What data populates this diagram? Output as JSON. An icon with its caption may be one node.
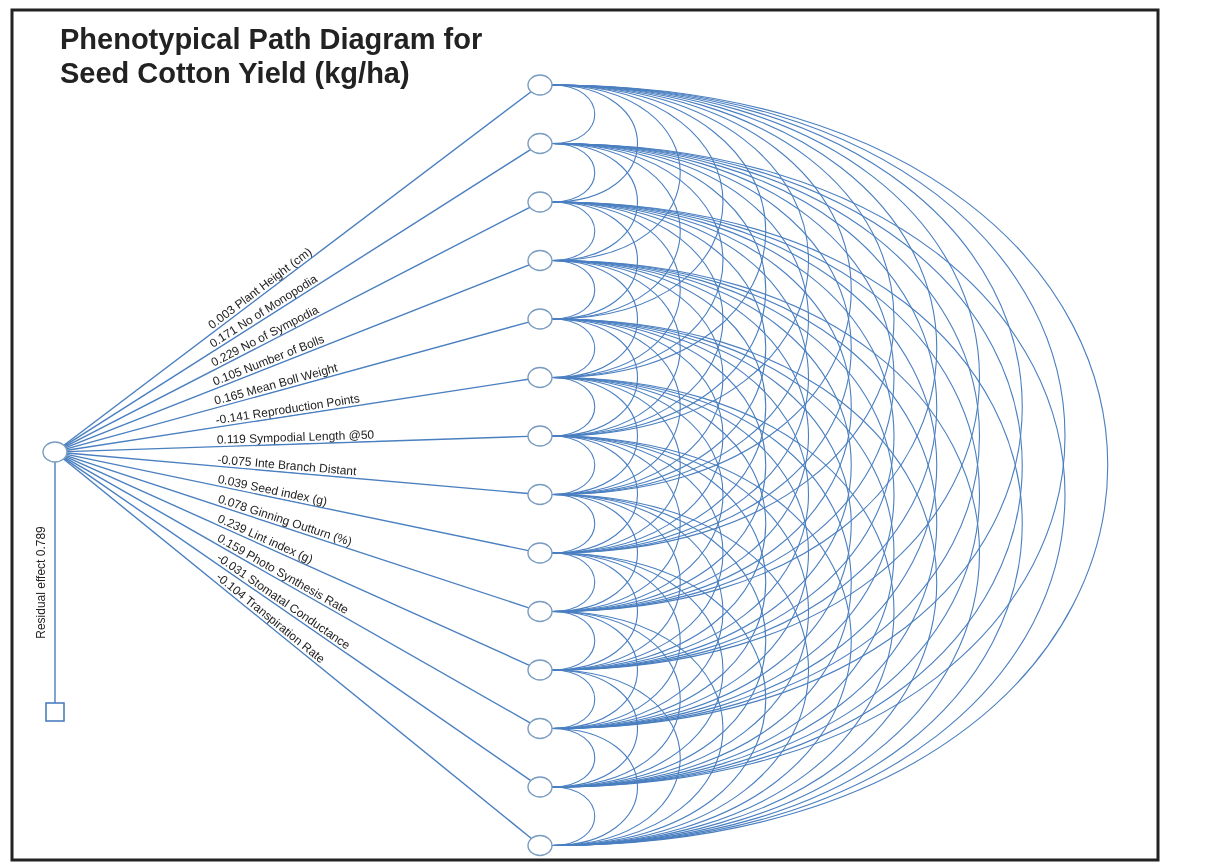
{
  "diagram": {
    "title": "Phenotypical Path Diagram for Seed Cotton Yield (kg/ha)",
    "nodes": [
      {
        "text": [],
        "shape": "circle"
      },
      {
        "text": [],
        "shape": "circle"
      },
      {
        "text": [],
        "shape": "circle"
      },
      {
        "text": [],
        "shape": "circle"
      },
      {
        "text": [],
        "shape": "circle"
      },
      {
        "text": [],
        "shape": "circle"
      },
      {
        "text": [],
        "shape": "circle"
      },
      {
        "text": [],
        "shape": "circle"
      },
      {
        "text": [],
        "shape": "circle"
      },
      {
        "text": [],
        "shape": "circle"
      },
      {
        "text": [],
        "shape": "circle"
      },
      {
        "text": [],
        "shape": "circle"
      },
      {
        "text": [],
        "shape": "circle"
      },
      {
        "text": [],
        "shape": "circle"
      },
      {
        "text": [],
        "shape": "circle"
      },
      {
        "text": [],
        "shape": "box"
      }
    ],
    "edges": [
      {
        "from": 0,
        "to": 1,
        "arrow": "none",
        "label": "0.003 Plant Height (cm)"
      },
      {
        "from": 0,
        "to": 2,
        "arrow": "none",
        "label": "0.171 No of Monopodia"
      },
      {
        "from": 0,
        "to": 3,
        "arrow": "none",
        "label": "0.229 No of Sympodia"
      },
      {
        "from": 0,
        "to": 4,
        "arrow": "none",
        "label": "0.105 Number of Bolls"
      },
      {
        "from": 0,
        "to": 5,
        "arrow": "none",
        "label": "0.165 Mean Boll Weight"
      },
      {
        "from": 0,
        "to": 6,
        "arrow": "none",
        "label": "-0.141 Reproduction Points"
      },
      {
        "from": 0,
        "to": 7,
        "arrow": "none",
        "label": "0.119 Sympodial Length @50"
      },
      {
        "from": 0,
        "to": 8,
        "arrow": "none",
        "label": "-0.075 Inte Branch Distant"
      },
      {
        "from": 0,
        "to": 9,
        "arrow": "none",
        "label": "0.039 Seed index (g)"
      },
      {
        "from": 0,
        "to": 10,
        "arrow": "none",
        "label": "0.078 Ginning Outturn (%)"
      },
      {
        "from": 0,
        "to": 11,
        "arrow": "none",
        "label": "0.239 Lint index (g)"
      },
      {
        "from": 0,
        "to": 12,
        "arrow": "none",
        "label": "0.159 Photo Synthesis Rate"
      },
      {
        "from": 0,
        "to": 13,
        "arrow": "none",
        "label": "-0.031 Stomatal Conductance"
      },
      {
        "from": 0,
        "to": 14,
        "arrow": "none",
        "label": "-0.104 Transpiration Rate"
      },
      {
        "from": 15,
        "to": 0,
        "arrow": "none",
        "label": "Residual effect 0.789"
      },
      {
        "from": 1,
        "to": 2,
        "arrow": "none"
      },
      {
        "from": 1,
        "to": 3,
        "arrow": "none"
      },
      {
        "from": 1,
        "to": 4,
        "arrow": "none"
      },
      {
        "from": 1,
        "to": 5,
        "arrow": "none"
      },
      {
        "from": 1,
        "to": 6,
        "arrow": "none"
      },
      {
        "from": 1,
        "to": 7,
        "arrow": "none"
      },
      {
        "from": 1,
        "to": 8,
        "arrow": "none"
      },
      {
        "from": 1,
        "to": 9,
        "arrow": "none"
      },
      {
        "from": 1,
        "to": 10,
        "arrow": "none"
      },
      {
        "from": 1,
        "to": 11,
        "arrow": "none"
      },
      {
        "from": 1,
        "to": 12,
        "arrow": "none"
      },
      {
        "from": 1,
        "to": 13,
        "arrow": "none"
      },
      {
        "from": 1,
        "to": 14,
        "arrow": "none"
      },
      {
        "from": 2,
        "to": 3,
        "arrow": "none"
      },
      {
        "from": 2,
        "to": 4,
        "arrow": "none"
      },
      {
        "from": 2,
        "to": 5,
        "arrow": "none"
      },
      {
        "from": 2,
        "to": 6,
        "arrow": "none"
      },
      {
        "from": 2,
        "to": 7,
        "arrow": "none"
      },
      {
        "from": 2,
        "to": 8,
        "arrow": "none"
      },
      {
        "from": 2,
        "to": 9,
        "arrow": "none"
      },
      {
        "from": 2,
        "to": 10,
        "arrow": "none"
      },
      {
        "from": 2,
        "to": 11,
        "arrow": "none"
      },
      {
        "from": 2,
        "to": 12,
        "arrow": "none"
      },
      {
        "from": 2,
        "to": 13,
        "arrow": "none"
      },
      {
        "from": 2,
        "to": 14,
        "arrow": "none"
      },
      {
        "from": 3,
        "to": 4,
        "arrow": "none"
      },
      {
        "from": 3,
        "to": 5,
        "arrow": "none"
      },
      {
        "from": 3,
        "to": 6,
        "arrow": "none"
      },
      {
        "from": 3,
        "to": 7,
        "arrow": "none"
      },
      {
        "from": 3,
        "to": 8,
        "arrow": "none"
      },
      {
        "from": 3,
        "to": 9,
        "arrow": "none"
      },
      {
        "from": 3,
        "to": 10,
        "arrow": "none"
      },
      {
        "from": 3,
        "to": 11,
        "arrow": "none"
      },
      {
        "from": 3,
        "to": 12,
        "arrow": "none"
      },
      {
        "from": 3,
        "to": 13,
        "arrow": "none"
      },
      {
        "from": 3,
        "to": 14,
        "arrow": "none"
      },
      {
        "from": 4,
        "to": 5,
        "arrow": "none"
      },
      {
        "from": 4,
        "to": 6,
        "arrow": "none"
      },
      {
        "from": 4,
        "to": 7,
        "arrow": "none"
      },
      {
        "from": 4,
        "to": 8,
        "arrow": "none"
      },
      {
        "from": 4,
        "to": 9,
        "arrow": "none"
      },
      {
        "from": 4,
        "to": 10,
        "arrow": "none"
      },
      {
        "from": 4,
        "to": 11,
        "arrow": "none"
      },
      {
        "from": 4,
        "to": 12,
        "arrow": "none"
      },
      {
        "from": 4,
        "to": 13,
        "arrow": "none"
      },
      {
        "from": 4,
        "to": 14,
        "arrow": "none"
      },
      {
        "from": 5,
        "to": 6,
        "arrow": "none"
      },
      {
        "from": 5,
        "to": 7,
        "arrow": "none"
      },
      {
        "from": 5,
        "to": 8,
        "arrow": "none"
      },
      {
        "from": 5,
        "to": 9,
        "arrow": "none"
      },
      {
        "from": 5,
        "to": 10,
        "arrow": "none"
      },
      {
        "from": 5,
        "to": 11,
        "arrow": "none"
      },
      {
        "from": 5,
        "to": 12,
        "arrow": "none"
      },
      {
        "from": 5,
        "to": 13,
        "arrow": "none"
      },
      {
        "from": 5,
        "to": 14,
        "arrow": "none"
      },
      {
        "from": 6,
        "to": 7,
        "arrow": "none"
      },
      {
        "from": 6,
        "to": 8,
        "arrow": "none"
      },
      {
        "from": 6,
        "to": 9,
        "arrow": "none"
      },
      {
        "from": 6,
        "to": 10,
        "arrow": "none"
      },
      {
        "from": 6,
        "to": 11,
        "arrow": "none"
      },
      {
        "from": 6,
        "to": 12,
        "arrow": "none"
      },
      {
        "from": 6,
        "to": 13,
        "arrow": "none"
      },
      {
        "from": 6,
        "to": 14,
        "arrow": "none"
      },
      {
        "from": 7,
        "to": 8,
        "arrow": "none"
      },
      {
        "from": 7,
        "to": 9,
        "arrow": "none"
      },
      {
        "from": 7,
        "to": 10,
        "arrow": "none"
      },
      {
        "from": 7,
        "to": 11,
        "arrow": "none"
      },
      {
        "from": 7,
        "to": 12,
        "arrow": "none"
      },
      {
        "from": 7,
        "to": 13,
        "arrow": "none"
      },
      {
        "from": 7,
        "to": 14,
        "arrow": "none"
      },
      {
        "from": 8,
        "to": 9,
        "arrow": "none"
      },
      {
        "from": 8,
        "to": 10,
        "arrow": "none"
      },
      {
        "from": 8,
        "to": 11,
        "arrow": "none"
      },
      {
        "from": 8,
        "to": 12,
        "arrow": "none"
      },
      {
        "from": 8,
        "to": 13,
        "arrow": "none"
      },
      {
        "from": 8,
        "to": 14,
        "arrow": "none"
      },
      {
        "from": 9,
        "to": 10,
        "arrow": "none"
      },
      {
        "from": 9,
        "to": 11,
        "arrow": "none"
      },
      {
        "from": 9,
        "to": 12,
        "arrow": "none"
      },
      {
        "from": 9,
        "to": 13,
        "arrow": "none"
      },
      {
        "from": 9,
        "to": 14,
        "arrow": "none"
      },
      {
        "from": 10,
        "to": 11,
        "arrow": "none"
      },
      {
        "from": 10,
        "to": 12,
        "arrow": "none"
      },
      {
        "from": 10,
        "to": 13,
        "arrow": "none"
      },
      {
        "from": 10,
        "to": 14,
        "arrow": "none"
      },
      {
        "from": 11,
        "to": 12,
        "arrow": "none"
      },
      {
        "from": 11,
        "to": 13,
        "arrow": "none"
      },
      {
        "from": 11,
        "to": 14,
        "arrow": "none"
      },
      {
        "from": 12,
        "to": 13,
        "arrow": "none"
      },
      {
        "from": 12,
        "to": 14,
        "arrow": "none"
      },
      {
        "from": 13,
        "to": 14,
        "arrow": "none"
      }
    ]
  }
}
